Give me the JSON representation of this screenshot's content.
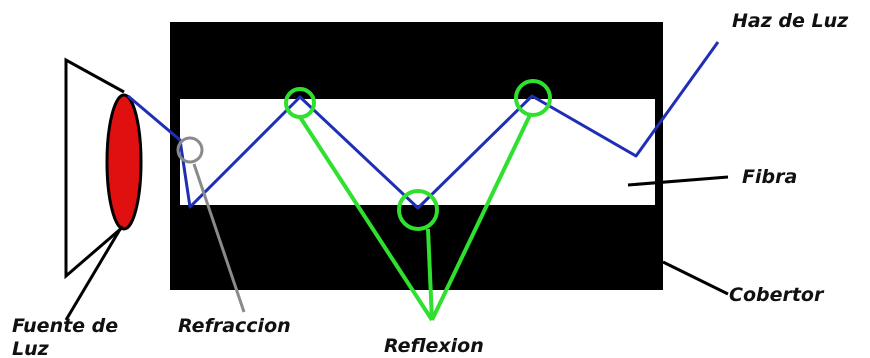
{
  "labels": {
    "beam": "Haz de Luz",
    "fiber": "Fibra",
    "cover": "Cobertor",
    "source_line1": "Fuente de",
    "source_line2": "Luz",
    "refraction": "Refraccion",
    "reflection": "Reflexion"
  },
  "colors": {
    "cover": "#000000",
    "fiber": "#ffffff",
    "beam": "#1f2fb5",
    "reflection_marker": "#2fe02f",
    "refraction_marker": "#8a8a8a",
    "lens": "#e01010",
    "outline": "#000000"
  },
  "icons": {
    "light_source": "lamp-cone-icon",
    "lens": "red-lens-icon"
  }
}
